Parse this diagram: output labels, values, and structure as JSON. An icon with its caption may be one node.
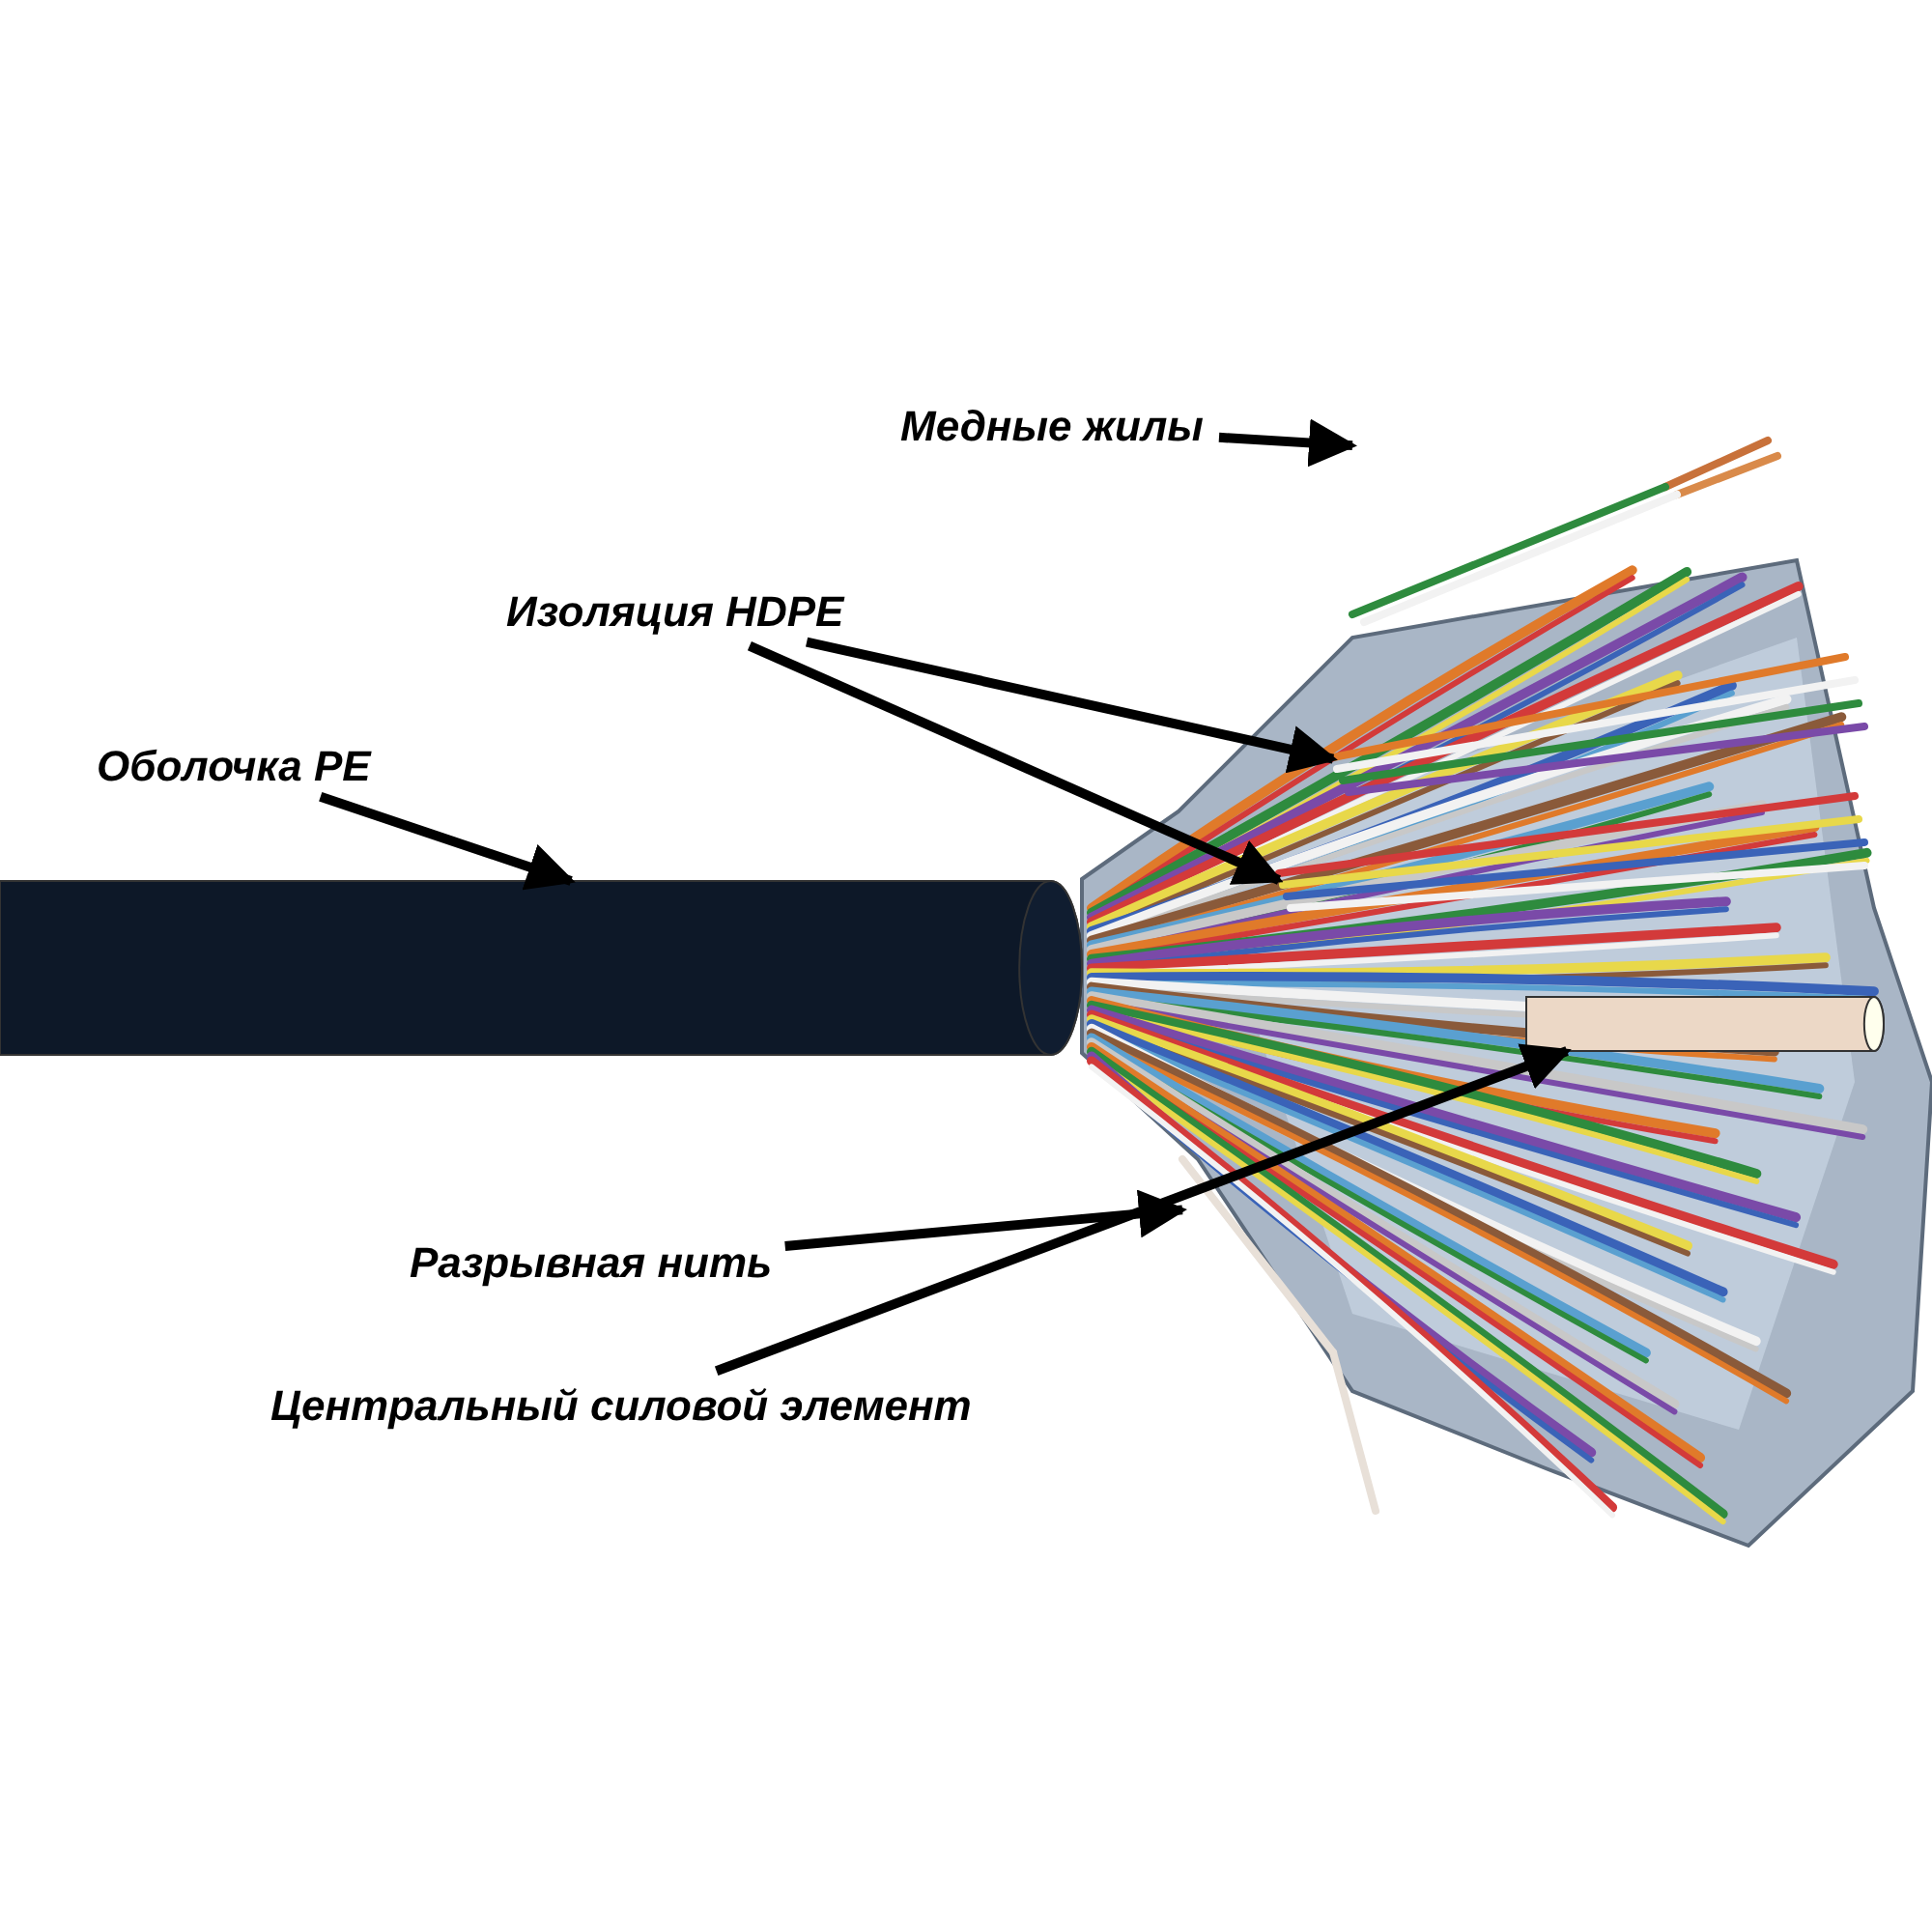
{
  "diagram": {
    "nodes": [
      {
        "text": [
          "Медные жилы"
        ]
      },
      {
        "text": [],
        "shape": "picture"
      },
      {
        "text": [
          "Изоляция HDPE"
        ]
      },
      {
        "text": [],
        "shape": "picture"
      },
      {
        "text": [],
        "shape": "picture"
      },
      {
        "text": [
          "Оболочка PE"
        ]
      },
      {
        "text": [],
        "shape": "cylinder"
      },
      {
        "text": [
          "Разрывная нить"
        ]
      },
      {
        "text": [],
        "shape": "picture"
      },
      {
        "text": [
          "Центральный силовой элемент"
        ]
      },
      {
        "text": [],
        "shape": "cylinder"
      }
    ],
    "edges": [
      {
        "from": 0,
        "to": 1,
        "arrow": "to"
      },
      {
        "from": 2,
        "to": 3,
        "arrow": "to"
      },
      {
        "from": 2,
        "to": 4,
        "arrow": "to"
      },
      {
        "from": 5,
        "to": 6,
        "arrow": "to"
      },
      {
        "from": 7,
        "to": 8,
        "arrow": "to"
      },
      {
        "from": 9,
        "to": 10,
        "arrow": "to"
      }
    ]
  }
}
